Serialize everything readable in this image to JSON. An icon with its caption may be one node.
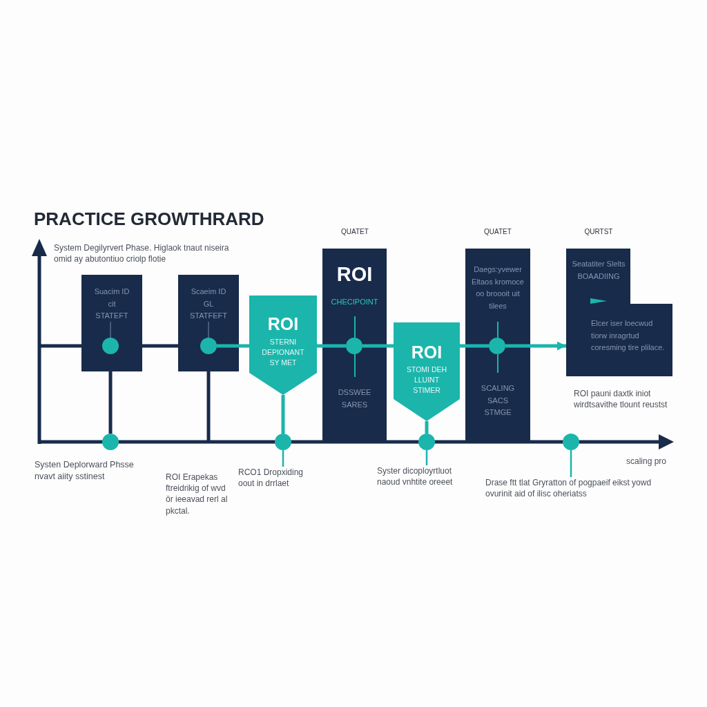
{
  "diagram": {
    "title": "PRACTICE GROWTHRARD",
    "nodes": [
      {
        "text": [
          "Suacim ID cit STATEFT"
        ]
      },
      {
        "text": [],
        "shape": "circle",
        "in": 0
      },
      {
        "text": [
          "Scaeim ID GL STATFEFT"
        ]
      },
      {
        "text": [],
        "shape": "circle",
        "in": 2
      },
      {
        "text": [
          "ROI",
          "STERNI DEPIONANT SY MET"
        ]
      },
      {
        "text": [
          "ROI",
          "CHECIPOINT",
          "DSSWEE SARES"
        ],
        "beside": [
          "QUATET"
        ]
      },
      {
        "text": [],
        "shape": "circle",
        "in": 5
      },
      {
        "text": [
          "ROI",
          "STOMI DEH LLUINT STIMER"
        ]
      },
      {
        "text": [
          "Daegs:yvewer Eltaos kromoce oo broooit uit tilees",
          "SCALING SACS STMGE"
        ],
        "beside": [
          "QUATET"
        ]
      },
      {
        "text": [],
        "shape": "circle",
        "in": 8
      },
      {
        "text": [
          "Seatatiter Slelts BOAADIING",
          "Elcer iser loecwud tiorw inragrtud coresming tire plilace."
        ],
        "beside": [
          "QURTST"
        ]
      },
      {
        "text": [],
        "shape": "circle"
      },
      {
        "text": [],
        "shape": "circle"
      },
      {
        "text": [],
        "shape": "circle"
      },
      {
        "text": [],
        "shape": "circle"
      },
      {
        "text": [
          "RCO1 Dropxiding oout in drrlaet"
        ]
      },
      {
        "text": [
          "Syster dicoployrtluot naoud vnhtite oreeet"
        ]
      },
      {
        "text": [
          "Drase ftt tlat Gryratton of pogpaeif eikst yowd ovurinit aid of ilisc oheriatss"
        ]
      }
    ],
    "edges": [
      {
        "from": null,
        "to": 1,
        "arrow": "none",
        "color": "#182b4b"
      },
      {
        "from": 1,
        "to": 3,
        "arrow": "none",
        "color": "#182b4b"
      },
      {
        "from": 3,
        "to": 4,
        "arrow": "none"
      },
      {
        "from": 4,
        "to": 6,
        "arrow": "none"
      },
      {
        "from": 6,
        "to": 7,
        "arrow": "none"
      },
      {
        "from": 7,
        "to": 9,
        "arrow": "none"
      },
      {
        "from": 9,
        "to": 10,
        "arrow": "to"
      },
      {
        "from": 0,
        "to": 11,
        "arrow": "none",
        "color": "#182b4b"
      },
      {
        "from": 2,
        "to": null,
        "arrow": "none",
        "color": "#182b4b"
      },
      {
        "from": 4,
        "to": 12,
        "arrow": "none"
      },
      {
        "from": 7,
        "to": 13,
        "arrow": "none"
      },
      {
        "from": 15,
        "to": 12,
        "arrow": "none"
      },
      {
        "from": 16,
        "to": 13,
        "arrow": "none"
      },
      {
        "from": 17,
        "to": 14,
        "arrow": "none"
      }
    ],
    "labels": [
      "System Degilyrvert Phase. Higlaok tnaut niseira omid ay abutontiuo criolp flotie",
      "ROI pauni daxtk iniot wirdtsavithe tlount reustst",
      "scaling pro",
      "Systen Deplorward Phsse nvavt aiity sstinest",
      "ROI Erapekas ftreidrikig of wvd ör ieeavad rerl al pkctal."
    ]
  }
}
